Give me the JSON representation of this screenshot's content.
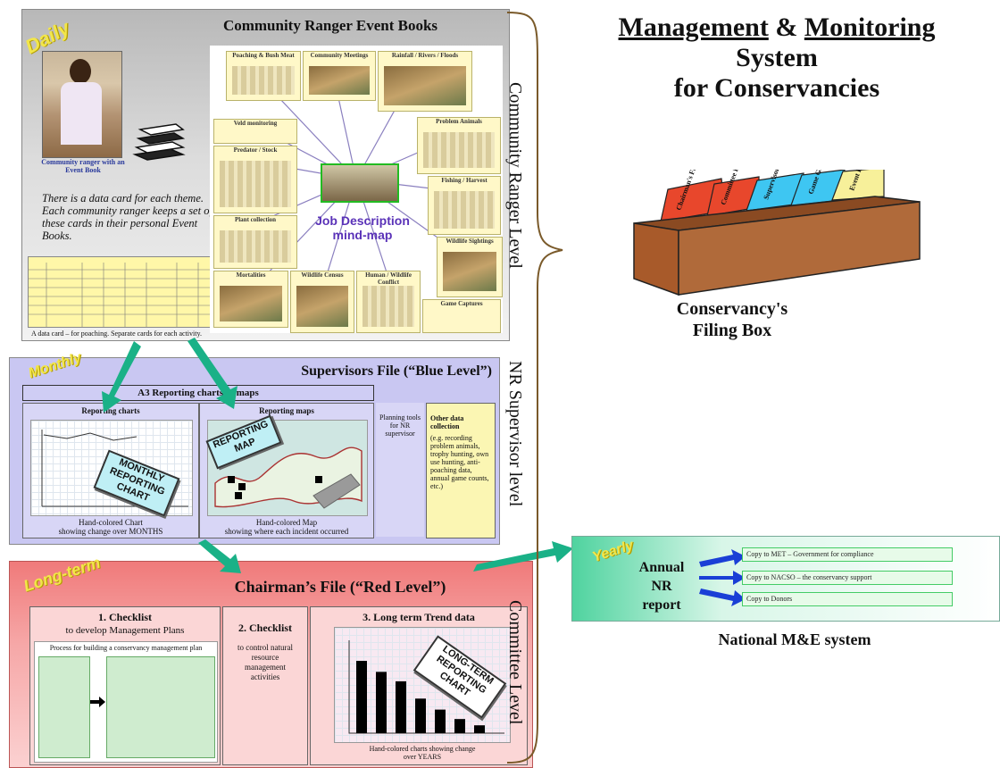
{
  "title": {
    "line1_a": "Management",
    "line1_amp": "&",
    "line1_b": "Monitoring",
    "line2": "System",
    "line3": "for Conservancies"
  },
  "levels": {
    "ranger": "Community Ranger Level",
    "supervisor": "NR Supervisor level",
    "committee": "Committee Level"
  },
  "ranger_panel": {
    "badge": "Daily",
    "heading": "Community Ranger Event Books",
    "photo_caption": "Community ranger with an Event Book",
    "description": "There is a data card for each theme.  Each community ranger keeps a set of these cards in their personal Event Books.",
    "card_caption": "A data card – for poaching.  Separate cards for each activity.",
    "mindmap_center": "Job Description\nmind-map",
    "mindmap_cards": [
      "Poaching & Bush Meat",
      "Community Meetings",
      "Rainfall / Rivers / Floods",
      "Veld monitoring",
      "Predator / Stock",
      "Problem Animals",
      "Fishing / Harvest",
      "Plant collection",
      "Mortalities",
      "Wildlife Sightings",
      "Wildlife Census",
      "Human / Wildlife Conflict",
      "Game Captures"
    ]
  },
  "supervisor_panel": {
    "badge": "Monthly",
    "heading": "Supervisors File (“Blue Level”)",
    "a3_header": "A3 Reporting charts & maps",
    "charts_header": "Reporting charts",
    "maps_header": "Reporting maps",
    "chart_stamp": "MONTHLY\nREPORTING\nCHART",
    "map_stamp": "REPORTING\nMAP",
    "chart_caption": "Hand-colored Chart\nshowing change over MONTHS",
    "map_caption": "Hand-colored Map\nshowing where each incident occurred",
    "planning_tools": "Planning tools for NR supervisor",
    "other_data_title": "Other data collection",
    "other_data_body": "(e.g. recording problem animals, trophy hunting, own use hunting, anti-poaching data, annual game counts, etc.)"
  },
  "chairman_panel": {
    "badge": "Long-term",
    "heading": "Chairman’s File (“Red Level”)",
    "checklist1_title": "1.  Checklist",
    "checklist1_sub": "to develop Management Plans",
    "checklist1_doc_title": "Process for building a conservancy management plan",
    "checklist2_title": "2.  Checklist",
    "checklist2_body": "to control natural resource management activities",
    "trend_title": "3.  Long term Trend data",
    "trend_stamp": "LONG-TERM\nREPORTING\nCHART",
    "trend_caption": "Hand-colored charts showing change over YEARS",
    "trend_bars": [
      0.92,
      0.78,
      0.66,
      0.44,
      0.3,
      0.18,
      0.1
    ]
  },
  "filing_box": {
    "label_line1": "Conservancy's",
    "label_line2": "Filing Box",
    "files": [
      "Chairman's File",
      "Committee Plan File",
      "Supervisor's File",
      "Game Guard File",
      "Event Book Archive File"
    ]
  },
  "national": {
    "badge": "Yearly",
    "report_line1": "Annual",
    "report_line2": "NR",
    "report_line3": "report",
    "copies": [
      "Copy to MET – Government for compliance",
      "Copy to NACSO – the conservancy support",
      "Copy to Donors"
    ],
    "label": "National M&E system"
  },
  "colors": {
    "green_arrow": "#1ab187",
    "blue_arrow": "#1a3fd6",
    "supervisor_bg": "#c9c7f2",
    "chairman_bg": "#f07a7a",
    "box_red": "#e8472c",
    "box_blue": "#3ec6f2",
    "box_yellow": "#f7f09a",
    "box_brown": "#b06a3a"
  }
}
